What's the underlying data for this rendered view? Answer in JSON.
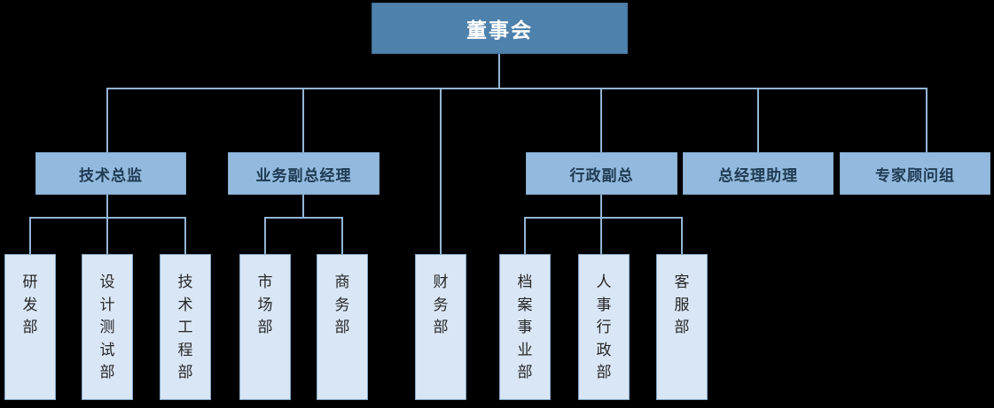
{
  "org": {
    "root": {
      "label": "董事会"
    },
    "level2": [
      {
        "label": "技术总监",
        "reports_to": "董事会"
      },
      {
        "label": "业务副总经理",
        "reports_to": "董事会"
      },
      {
        "label": "行政副总",
        "reports_to": "董事会"
      },
      {
        "label": "总经理助理",
        "reports_to": "董事会"
      },
      {
        "label": "专家顾问组",
        "reports_to": "董事会"
      }
    ],
    "level3": [
      {
        "label": "研发部",
        "reports_to": "技术总监"
      },
      {
        "label": "设计测试部",
        "reports_to": "技术总监"
      },
      {
        "label": "技术工程部",
        "reports_to": "技术总监"
      },
      {
        "label": "市场部",
        "reports_to": "业务副总经理"
      },
      {
        "label": "商务部",
        "reports_to": "业务副总经理"
      },
      {
        "label": "财务部",
        "reports_to": "董事会"
      },
      {
        "label": "档案事业部",
        "reports_to": "行政副总"
      },
      {
        "label": "人事行政部",
        "reports_to": "行政副总"
      },
      {
        "label": "客服部",
        "reports_to": "行政副总"
      }
    ]
  },
  "colors": {
    "background": "#000000",
    "root_fill": "#4E81AC",
    "root_text": "#FFFFFF",
    "level2_fill": "#93BADE",
    "level2_text": "#1F3A52",
    "level3_fill": "#D9E6F5",
    "level3_text": "#262626",
    "connector": "#93B5D6"
  }
}
